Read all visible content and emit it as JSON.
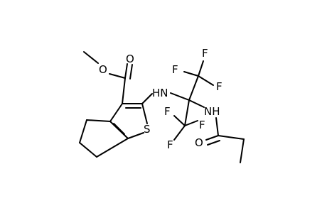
{
  "molecule": {
    "atoms": {
      "ester_o_single": "O",
      "ester_o_double": "O",
      "thiophene_s": "S",
      "amine_nh": "HN",
      "amide_nh": "NH",
      "amide_o": "O",
      "cf3_upper_f1": "F",
      "cf3_upper_f2": "F",
      "cf3_upper_f3": "F",
      "cf3_lower_f1": "F",
      "cf3_lower_f2": "F",
      "cf3_lower_f3": "F"
    }
  }
}
